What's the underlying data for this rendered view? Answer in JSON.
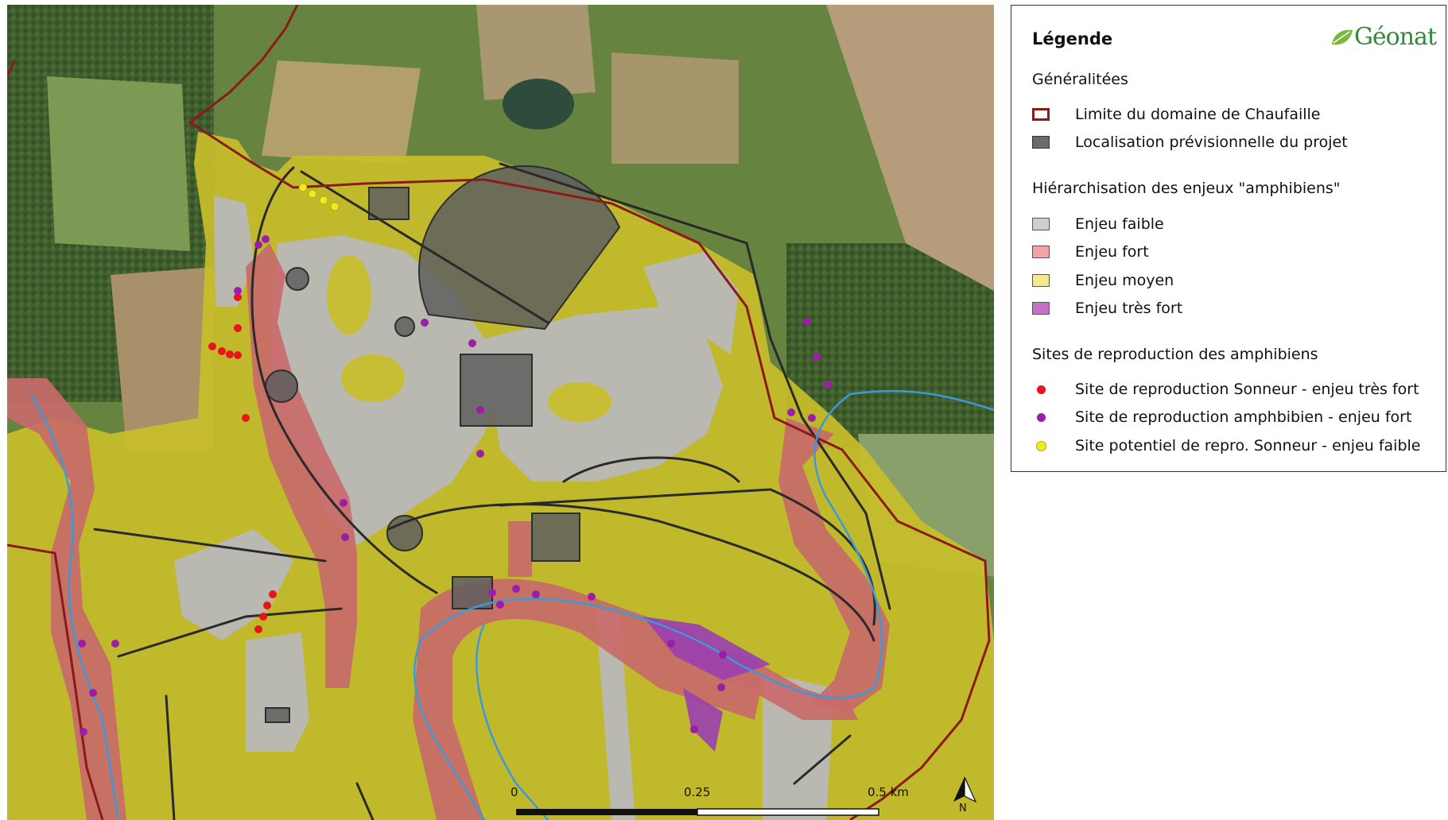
{
  "legend": {
    "title": "Légende",
    "brand": "Géonat",
    "sections": [
      {
        "title": "Généralitées",
        "items": [
          {
            "label": "Limite du domaine de Chaufaille",
            "symbol": "outline",
            "color": "#8b1a1a"
          },
          {
            "label": "Localisation prévisionnelle du projet",
            "symbol": "fill",
            "color": "#6b6b6b"
          }
        ]
      },
      {
        "title": "Hiérarchisation des enjeux \"amphibiens\"",
        "items": [
          {
            "label": "Enjeu faible",
            "symbol": "fill",
            "color": "#cfcfcf"
          },
          {
            "label": "Enjeu fort",
            "symbol": "fill",
            "color": "#f2a3a3"
          },
          {
            "label": "Enjeu moyen",
            "symbol": "fill",
            "color": "#f3ea8c"
          },
          {
            "label": "Enjeu très fort",
            "symbol": "fill",
            "color": "#c86fc8"
          }
        ]
      },
      {
        "title": "Sites de reproduction des amphibiens",
        "items": [
          {
            "label": "Site de reproduction Sonneur - enjeu très fort",
            "symbol": "dot",
            "color": "#e8141a"
          },
          {
            "label": "Site de reproduction amphbibien - enjeu fort",
            "symbol": "dot",
            "color": "#9b1fa6"
          },
          {
            "label": "Site potentiel de repro. Sonneur - enjeu faible",
            "symbol": "dot",
            "color": "#f4ea1a"
          }
        ]
      }
    ]
  },
  "scale": {
    "labels": [
      "0",
      "0.25",
      "0.5 km"
    ]
  },
  "north": "N",
  "colors": {
    "boundary": "#8b1a1a",
    "stream": "#3a9ad9",
    "yellow_zone": "#c9be2a",
    "red_zone": "#c86a6a",
    "grey_zone": "#b4b4b4",
    "purple_zone": "#9a3fb0"
  }
}
